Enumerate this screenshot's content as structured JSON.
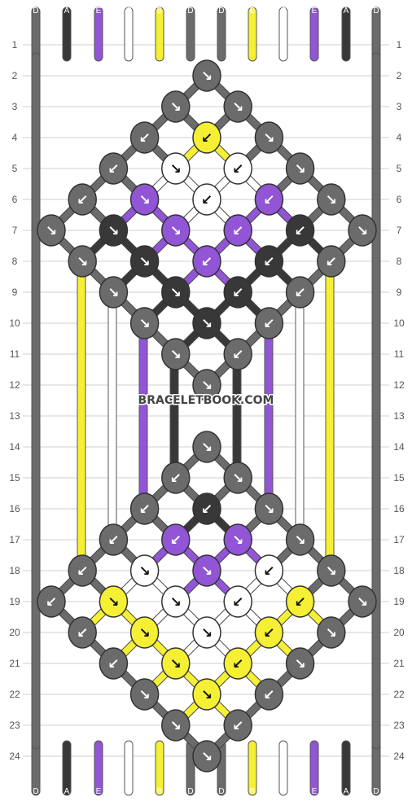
{
  "watermark": "BRACELETBOOK.COM",
  "strings": {
    "top_labels": [
      "D",
      "A",
      "E",
      "C",
      "B",
      "D",
      "D",
      "B",
      "C",
      "E",
      "A",
      "D"
    ],
    "bottom_labels": [
      "D",
      "A",
      "E",
      "C",
      "B",
      "D",
      "D",
      "B",
      "C",
      "E",
      "A",
      "D"
    ]
  },
  "colors": {
    "D": "#6b6b6b",
    "A": "#383838",
    "E": "#9155d6",
    "C": "#ffffff",
    "B": "#f5f034"
  },
  "rows": {
    "left": [
      "1",
      "2",
      "3",
      "4",
      "5",
      "6",
      "7",
      "8",
      "9",
      "10",
      "11",
      "12",
      "13",
      "14",
      "15",
      "16",
      "17",
      "18",
      "19",
      "20",
      "21",
      "22",
      "23",
      "24"
    ],
    "right": [
      "1",
      "2",
      "3",
      "4",
      "5",
      "6",
      "7",
      "8",
      "9",
      "10",
      "11",
      "12",
      "13",
      "14",
      "15",
      "16",
      "17",
      "18",
      "19",
      "20",
      "21",
      "22",
      "23",
      "24"
    ]
  },
  "knots": [
    {
      "row": 2,
      "col": 6,
      "color": "D",
      "knot": "forward"
    },
    {
      "row": 3,
      "col": 5,
      "color": "D",
      "knot": "forward"
    },
    {
      "row": 3,
      "col": 7,
      "color": "D",
      "knot": "forward"
    },
    {
      "row": 4,
      "col": 4,
      "color": "D",
      "knot": "backward"
    },
    {
      "row": 4,
      "col": 6,
      "color": "B",
      "knot": "backward"
    },
    {
      "row": 4,
      "col": 8,
      "color": "D",
      "knot": "forward"
    },
    {
      "row": 5,
      "col": 3,
      "color": "D",
      "knot": "backward"
    },
    {
      "row": 5,
      "col": 5,
      "color": "C",
      "knot": "forward"
    },
    {
      "row": 5,
      "col": 7,
      "color": "C",
      "knot": "backward"
    },
    {
      "row": 5,
      "col": 9,
      "color": "D",
      "knot": "forward"
    },
    {
      "row": 6,
      "col": 2,
      "color": "D",
      "knot": "backward"
    },
    {
      "row": 6,
      "col": 4,
      "color": "E",
      "knot": "forward"
    },
    {
      "row": 6,
      "col": 6,
      "color": "C",
      "knot": "backward"
    },
    {
      "row": 6,
      "col": 8,
      "color": "E",
      "knot": "backward"
    },
    {
      "row": 6,
      "col": 10,
      "color": "D",
      "knot": "forward"
    },
    {
      "row": 7,
      "col": 1,
      "color": "D",
      "knot": "forward"
    },
    {
      "row": 7,
      "col": 3,
      "color": "A",
      "knot": "forward"
    },
    {
      "row": 7,
      "col": 5,
      "color": "E",
      "knot": "forward"
    },
    {
      "row": 7,
      "col": 7,
      "color": "E",
      "knot": "backward"
    },
    {
      "row": 7,
      "col": 9,
      "color": "A",
      "knot": "backward"
    },
    {
      "row": 7,
      "col": 11,
      "color": "D",
      "knot": "backward-forward"
    },
    {
      "row": 8,
      "col": 2,
      "color": "D",
      "knot": "forward"
    },
    {
      "row": 8,
      "col": 4,
      "color": "A",
      "knot": "forward"
    },
    {
      "row": 8,
      "col": 6,
      "color": "E",
      "knot": "backward"
    },
    {
      "row": 8,
      "col": 8,
      "color": "A",
      "knot": "backward"
    },
    {
      "row": 8,
      "col": 10,
      "color": "D",
      "knot": "backward"
    },
    {
      "row": 9,
      "col": 3,
      "color": "D",
      "knot": "forward"
    },
    {
      "row": 9,
      "col": 5,
      "color": "A",
      "knot": "forward"
    },
    {
      "row": 9,
      "col": 7,
      "color": "A",
      "knot": "backward"
    },
    {
      "row": 9,
      "col": 9,
      "color": "D",
      "knot": "backward"
    },
    {
      "row": 10,
      "col": 4,
      "color": "D",
      "knot": "forward"
    },
    {
      "row": 10,
      "col": 6,
      "color": "A",
      "knot": "forward"
    },
    {
      "row": 10,
      "col": 8,
      "color": "D",
      "knot": "backward"
    },
    {
      "row": 11,
      "col": 5,
      "color": "D",
      "knot": "forward"
    },
    {
      "row": 11,
      "col": 7,
      "color": "D",
      "knot": "backward"
    },
    {
      "row": 12,
      "col": 6,
      "color": "D",
      "knot": "forward"
    },
    {
      "row": 14,
      "col": 6,
      "color": "D",
      "knot": "forward"
    },
    {
      "row": 15,
      "col": 5,
      "color": "D",
      "knot": "backward"
    },
    {
      "row": 15,
      "col": 7,
      "color": "D",
      "knot": "forward"
    },
    {
      "row": 16,
      "col": 4,
      "color": "D",
      "knot": "backward"
    },
    {
      "row": 16,
      "col": 6,
      "color": "A",
      "knot": "backward"
    },
    {
      "row": 16,
      "col": 8,
      "color": "D",
      "knot": "forward"
    },
    {
      "row": 17,
      "col": 3,
      "color": "D",
      "knot": "backward"
    },
    {
      "row": 17,
      "col": 5,
      "color": "E",
      "knot": "backward"
    },
    {
      "row": 17,
      "col": 7,
      "color": "E",
      "knot": "forward"
    },
    {
      "row": 17,
      "col": 9,
      "color": "D",
      "knot": "forward"
    },
    {
      "row": 18,
      "col": 2,
      "color": "D",
      "knot": "backward"
    },
    {
      "row": 18,
      "col": 4,
      "color": "C",
      "knot": "forward"
    },
    {
      "row": 18,
      "col": 6,
      "color": "E",
      "knot": "forward"
    },
    {
      "row": 18,
      "col": 8,
      "color": "C",
      "knot": "backward"
    },
    {
      "row": 18,
      "col": 10,
      "color": "D",
      "knot": "forward"
    },
    {
      "row": 19,
      "col": 1,
      "color": "D",
      "knot": "forward-backward"
    },
    {
      "row": 19,
      "col": 3,
      "color": "B",
      "knot": "forward"
    },
    {
      "row": 19,
      "col": 5,
      "color": "C",
      "knot": "forward"
    },
    {
      "row": 19,
      "col": 7,
      "color": "C",
      "knot": "backward"
    },
    {
      "row": 19,
      "col": 9,
      "color": "B",
      "knot": "backward"
    },
    {
      "row": 19,
      "col": 11,
      "color": "D",
      "knot": "backward-forward"
    },
    {
      "row": 20,
      "col": 2,
      "color": "D",
      "knot": "backward"
    },
    {
      "row": 20,
      "col": 4,
      "color": "B",
      "knot": "forward"
    },
    {
      "row": 20,
      "col": 6,
      "color": "C",
      "knot": "forward"
    },
    {
      "row": 20,
      "col": 8,
      "color": "B",
      "knot": "backward"
    },
    {
      "row": 20,
      "col": 10,
      "color": "D",
      "knot": "forward"
    },
    {
      "row": 21,
      "col": 3,
      "color": "D",
      "knot": "backward"
    },
    {
      "row": 21,
      "col": 5,
      "color": "B",
      "knot": "forward"
    },
    {
      "row": 21,
      "col": 7,
      "color": "B",
      "knot": "backward"
    },
    {
      "row": 21,
      "col": 9,
      "color": "D",
      "knot": "forward"
    },
    {
      "row": 22,
      "col": 4,
      "color": "D",
      "knot": "forward"
    },
    {
      "row": 22,
      "col": 6,
      "color": "B",
      "knot": "forward"
    },
    {
      "row": 22,
      "col": 8,
      "color": "D",
      "knot": "backward"
    },
    {
      "row": 23,
      "col": 5,
      "color": "D",
      "knot": "forward"
    },
    {
      "row": 23,
      "col": 7,
      "color": "D",
      "knot": "backward"
    },
    {
      "row": 24,
      "col": 6,
      "color": "D",
      "knot": "forward"
    }
  ]
}
